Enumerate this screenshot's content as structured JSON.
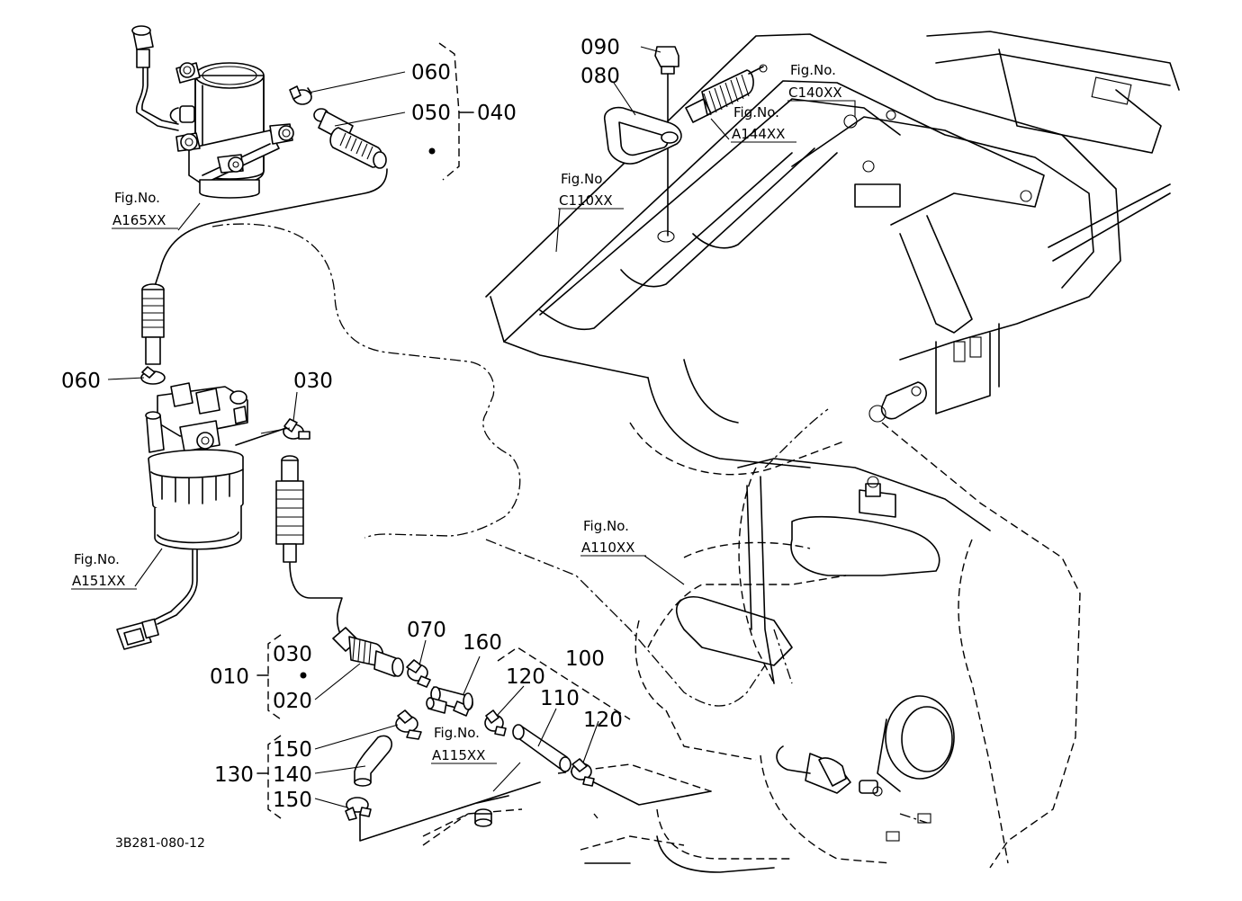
{
  "part_numbers": {
    "p010": "010",
    "p020": "020",
    "p030_a": "030",
    "p030_b": "030",
    "p040": "040",
    "p050": "050",
    "p060_a": "060",
    "p060_b": "060",
    "p070": "070",
    "p080": "080",
    "p090": "090",
    "p100": "100",
    "p110": "110",
    "p120_a": "120",
    "p120_b": "120",
    "p130": "130",
    "p140": "140",
    "p150_a": "150",
    "p150_b": "150",
    "p160": "160"
  },
  "figure_refs": {
    "a165": {
      "label": "Fig.No.",
      "code": "A165XX"
    },
    "a151": {
      "label": "Fig.No.",
      "code": "A151XX"
    },
    "c110": {
      "label": "Fig.No.",
      "code": "C110XX"
    },
    "c140": {
      "label": "Fig.No.",
      "code": "C140XX"
    },
    "a144": {
      "label": "Fig.No.",
      "code": "A144XX"
    },
    "a110": {
      "label": "Fig.No.",
      "code": "A110XX"
    },
    "a115": {
      "label": "Fig.No.",
      "code": "A115XX"
    }
  },
  "drawing_code": "3B281-080-12"
}
